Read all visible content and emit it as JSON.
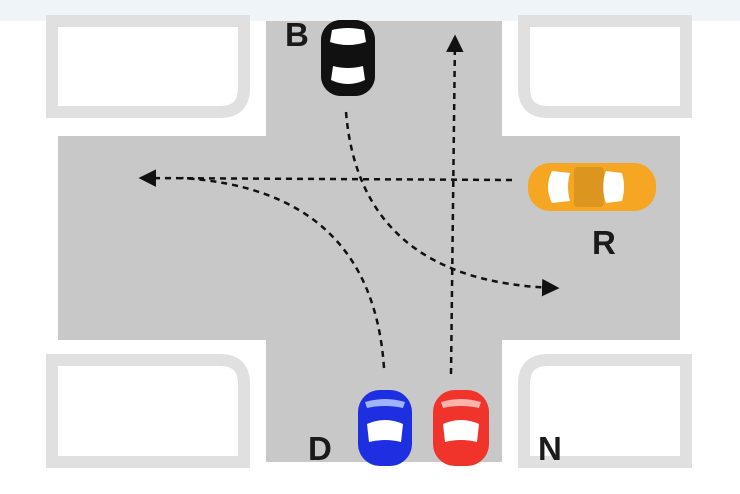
{
  "cars": {
    "b": {
      "label": "B",
      "color": "#111111",
      "icon": "car-icon"
    },
    "r": {
      "label": "R",
      "color": "#f5a623",
      "icon": "car-icon"
    },
    "d": {
      "label": "D",
      "color": "#1d2fe0",
      "icon": "car-icon"
    },
    "n": {
      "label": "N",
      "color": "#f0332b",
      "icon": "car-icon"
    }
  },
  "colors": {
    "road": "#c8c8c8",
    "curb": "#e2e2e2",
    "sidewalk": "#ffffff",
    "path": "#111111",
    "band": "#eef4f8"
  }
}
